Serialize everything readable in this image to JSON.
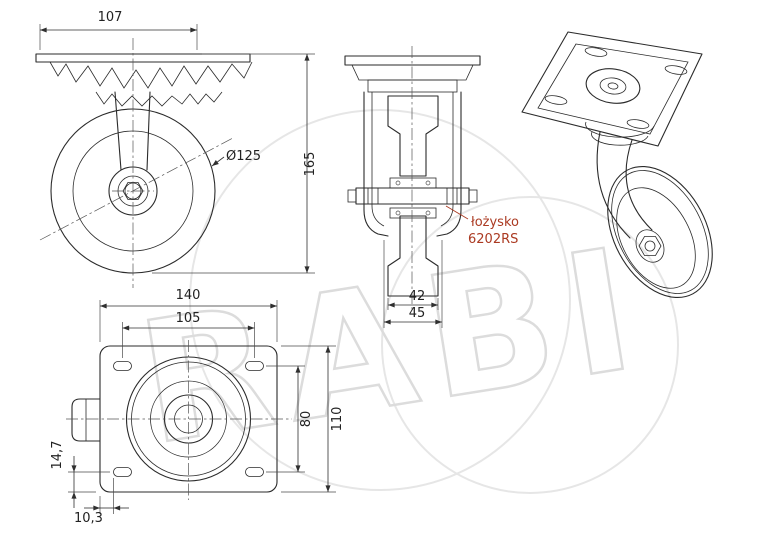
{
  "watermark": {
    "text": "RABI"
  },
  "colors": {
    "line": "#2b2b2b",
    "annotation_red": "#ab3a22",
    "watermark_gray": "#d6d6d6",
    "background": "#ffffff"
  },
  "side_view": {
    "plate_width_dim": "107",
    "overall_height_dim": "165",
    "wheel_diameter_dim": "Ø125"
  },
  "front_view": {
    "wheel_width_dim": "42",
    "fork_width_dim": "45",
    "bearing_note_line1": "łożysko",
    "bearing_note_line2": "6202RS"
  },
  "top_view": {
    "plate_width_dim": "140",
    "hole_spacing_x_dim": "105",
    "plate_depth_dim": "110",
    "hole_spacing_y_dim": "80",
    "edge_offset_y_dim": "14,7",
    "edge_offset_x_dim": "10,3"
  }
}
